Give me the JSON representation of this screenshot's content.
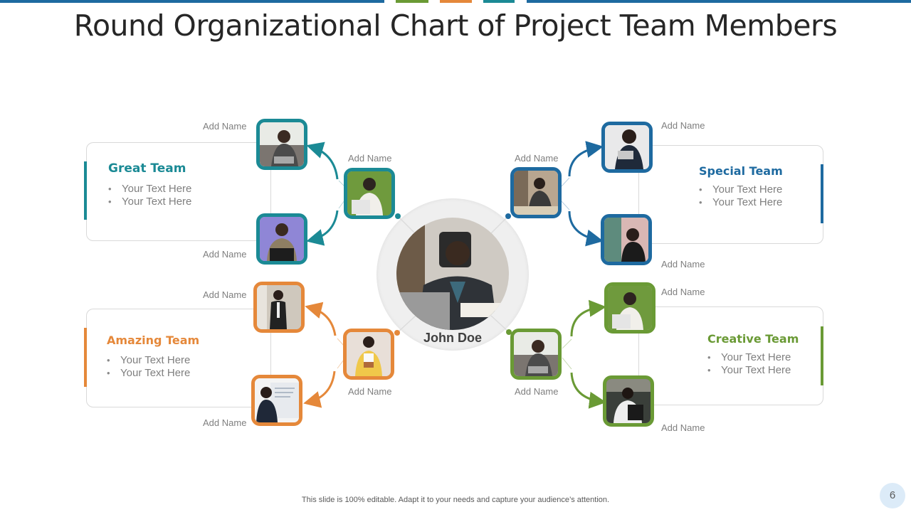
{
  "slide": {
    "title": "Round Organizational Chart of Project Team Members",
    "footer": "This slide is 100% editable. Adapt it to your needs and capture your audience’s attention.",
    "page_number": "6",
    "top_bar_colors": [
      "#1e6aa0",
      "#6a9a35",
      "#e5883a",
      "#1b8a95",
      "#1e6aa0"
    ]
  },
  "colors": {
    "teal": "#1b8a95",
    "blue": "#1e6aa0",
    "orange": "#e5883a",
    "green": "#6a9a35",
    "text_gray": "#7f7f7f"
  },
  "center": {
    "name": "John Doe",
    "photo": "man-at-desk-photo"
  },
  "teams": [
    {
      "id": "great",
      "title": "Great Team",
      "color": "#1b8a95",
      "bullets": [
        "Your Text Here",
        "Your Text Here"
      ],
      "lead_label": "Add Name",
      "member_labels": [
        "Add Name",
        "Add Name"
      ]
    },
    {
      "id": "special",
      "title": "Special Team",
      "color": "#1e6aa0",
      "bullets": [
        "Your Text Here",
        "Your Text Here"
      ],
      "lead_label": "Add Name",
      "member_labels": [
        "Add Name",
        "Add Name"
      ]
    },
    {
      "id": "amazing",
      "title": "Amazing Team",
      "color": "#e5883a",
      "bullets": [
        "Your Text Here",
        "Your Text Here"
      ],
      "lead_label": "Add Name",
      "member_labels": [
        "Add Name",
        "Add Name"
      ]
    },
    {
      "id": "creative",
      "title": "Creative Team",
      "color": "#6a9a35",
      "bullets": [
        "Your Text Here",
        "Your Text Here"
      ],
      "lead_label": "Add Name",
      "member_labels": [
        "Add Name",
        "Add Name"
      ]
    }
  ]
}
